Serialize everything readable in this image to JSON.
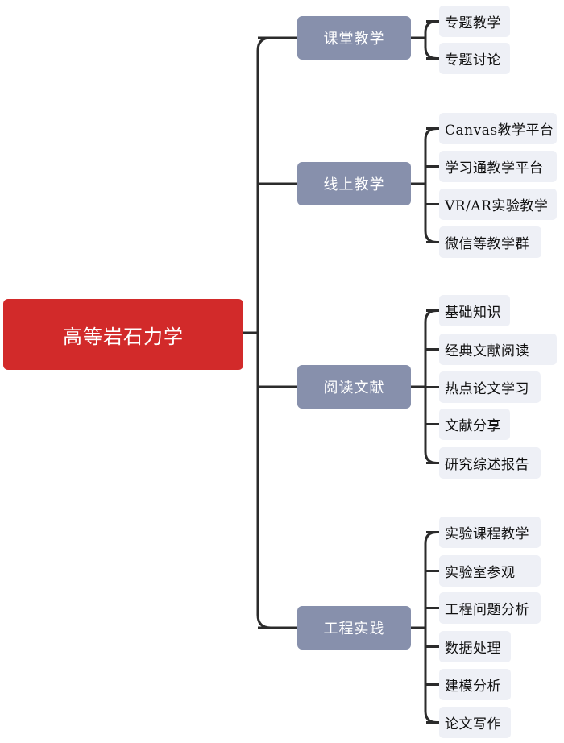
{
  "root": "高等岩石力学",
  "categories": [
    {
      "label": "课堂教学",
      "items": [
        "专题教学",
        "专题讨论"
      ]
    },
    {
      "label": "线上教学",
      "items": [
        "Canvas教学平台",
        "学习通教学平台",
        "VR/AR实验教学",
        "微信等教学群"
      ]
    },
    {
      "label": "阅读文献",
      "items": [
        "基础知识",
        "经典文献阅读",
        "热点论文学习",
        "文献分享",
        "研究综述报告"
      ]
    },
    {
      "label": "工程实践",
      "items": [
        "实验课程教学",
        "实验室参观",
        "工程问题分析",
        "数据处理",
        "建模分析",
        "论文写作"
      ]
    }
  ],
  "colors": {
    "root": "#d22a2a",
    "category": "#8790ac",
    "leaf": "#eef0f6",
    "line": "#2b2b2b"
  }
}
